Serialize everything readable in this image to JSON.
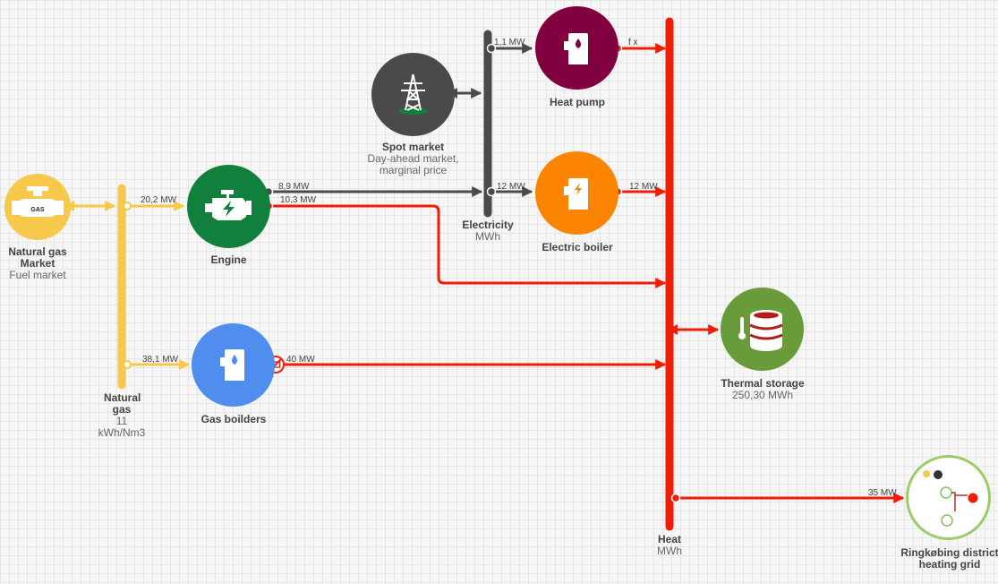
{
  "nodes": {
    "natural_gas_market": {
      "name": "Natural gas Market",
      "sub": "Fuel market",
      "color": "#f6c84c",
      "icon": "gas-valve-icon",
      "icon_text": "GAS"
    },
    "engine": {
      "name": "Engine",
      "color": "#12803d",
      "icon": "engine-icon"
    },
    "gas_boilers": {
      "name": "Gas boilders",
      "color": "#4f8eef",
      "icon": "gas-boiler-icon"
    },
    "spot_market": {
      "name": "Spot market",
      "sub": "Day-ahead market, marginal price",
      "color": "#4a4a4a",
      "icon": "power-pylon-icon"
    },
    "heat_pump": {
      "name": "Heat pump",
      "color": "#800040",
      "icon": "heat-pump-icon"
    },
    "electric_boiler": {
      "name": "Electric boiler",
      "color": "#fb8500",
      "icon": "electric-boiler-icon"
    },
    "thermal_storage": {
      "name": "Thermal storage",
      "sub": "250,30 MWh",
      "color": "#6a9b3a",
      "icon": "storage-tank-icon"
    },
    "district_grid": {
      "name": "Ringkøbing district heating grid",
      "color": "#ffffff",
      "border": "#9ccc6a",
      "icon": "grid-network-icon"
    }
  },
  "buses": {
    "natural_gas": {
      "name": "Natural gas",
      "value": "11",
      "unit": "kWh/Nm3",
      "color": "#f6c84c"
    },
    "electricity": {
      "name": "Electricity",
      "unit": "MWh",
      "color": "#4a4a4a"
    },
    "heat": {
      "name": "Heat",
      "unit": "MWh",
      "color": "#f11c06"
    }
  },
  "flows": {
    "gas_to_engine": "20,2 MW",
    "gas_to_boilers": "38,1 MW",
    "engine_electric": "8,9 MW",
    "engine_heat": "10,3 MW",
    "elec_to_heat_pump": "1,1 MW",
    "heat_pump_heat": "f x",
    "elec_to_electric_boiler": "12 MW",
    "electric_boiler_heat": "12 MW",
    "gas_boilers_heat": "40 MW",
    "heat_to_grid": "35 MW"
  }
}
